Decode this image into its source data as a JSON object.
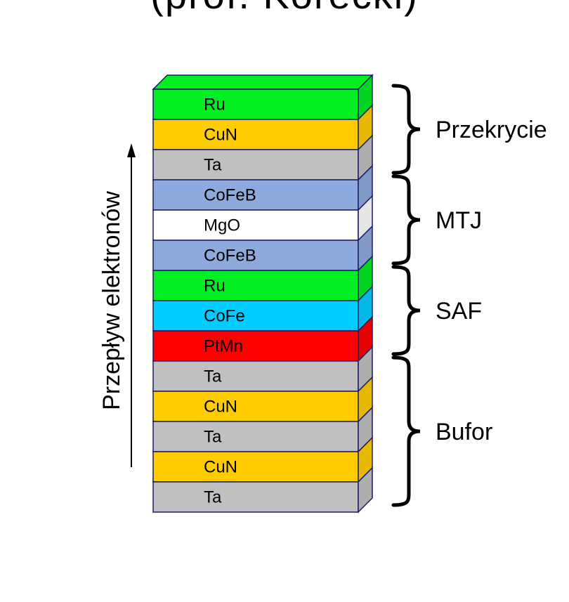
{
  "title": "(prof. Korecki)",
  "flow_label": "Przepływ elektronów",
  "layers": [
    {
      "label": "Ru",
      "color": "#00ee22"
    },
    {
      "label": "CuN",
      "color": "#ffcc00"
    },
    {
      "label": "Ta",
      "color": "#c0c0c0"
    },
    {
      "label": "CoFeB",
      "color": "#8eaadc"
    },
    {
      "label": "MgO",
      "color": "#ffffff"
    },
    {
      "label": "CoFeB",
      "color": "#8eaadc"
    },
    {
      "label": "Ru",
      "color": "#00ee22"
    },
    {
      "label": "CoFe",
      "color": "#00ccff"
    },
    {
      "label": "PtMn",
      "color": "#ff0000"
    },
    {
      "label": "Ta",
      "color": "#c0c0c0"
    },
    {
      "label": "CuN",
      "color": "#ffcc00"
    },
    {
      "label": "Ta",
      "color": "#c0c0c0"
    },
    {
      "label": "CuN",
      "color": "#ffcc00"
    },
    {
      "label": "Ta",
      "color": "#c0c0c0"
    }
  ],
  "groups": [
    {
      "label": "Przekrycie",
      "first_layer": 0,
      "last_layer": 2
    },
    {
      "label": "MTJ",
      "first_layer": 3,
      "last_layer": 5
    },
    {
      "label": "SAF",
      "first_layer": 6,
      "last_layer": 8
    },
    {
      "label": "Bufor",
      "first_layer": 9,
      "last_layer": 13
    }
  ],
  "colors": {
    "outline": "#1a1a66",
    "top_face": "#00ee22"
  }
}
